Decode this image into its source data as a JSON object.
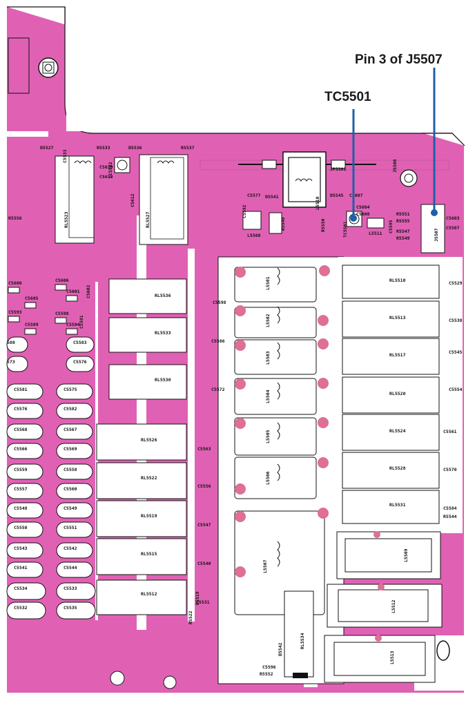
{
  "annotations": {
    "pin3_label": "Pin 3 of J5507",
    "tc_label": "TC5501"
  },
  "colors": {
    "copper": "#e061b4",
    "board": "#ffffff",
    "outline": "#111111",
    "pad": "#de6f95",
    "marker": "#1f5fa8"
  },
  "relays": [
    {
      "ref": "RL5523"
    },
    {
      "ref": "RL5527"
    },
    {
      "ref": "RL5536"
    },
    {
      "ref": "RL5533"
    },
    {
      "ref": "RL5530"
    },
    {
      "ref": "RL5526"
    },
    {
      "ref": "RL5522"
    },
    {
      "ref": "RL5519"
    },
    {
      "ref": "RL5515"
    },
    {
      "ref": "RL5512"
    },
    {
      "ref": "RL5510"
    },
    {
      "ref": "RL5513"
    },
    {
      "ref": "RL5517"
    },
    {
      "ref": "RL5520"
    },
    {
      "ref": "RL5524"
    },
    {
      "ref": "RL5528"
    },
    {
      "ref": "RL5531"
    },
    {
      "ref": "RL5534"
    }
  ],
  "inductors": [
    {
      "ref": "L5501"
    },
    {
      "ref": "L5502"
    },
    {
      "ref": "L5503"
    },
    {
      "ref": "L5504"
    },
    {
      "ref": "L5505"
    },
    {
      "ref": "L5506"
    },
    {
      "ref": "L5507"
    },
    {
      "ref": "L5509"
    },
    {
      "ref": "L5512"
    },
    {
      "ref": "L5513"
    }
  ],
  "top_labels": {
    "d5527": "D5527",
    "c5533": "C5533",
    "r5533": "R5533",
    "d5536": "D5536",
    "r5537": "R5537",
    "tc5502": "TC5502",
    "c5619": "C5619",
    "c5613": "C5613",
    "c5612": "C5612",
    "jp5501": "JP5501",
    "l5510": "L5510",
    "c5577": "C5577",
    "d5541": "D5541",
    "c5592": "C5592",
    "l5508": "L5508",
    "r5548": "R5548",
    "d5545": "D5545",
    "c5607": "C5607",
    "c5604": "C5604",
    "c5608": "C5608",
    "r5550": "R5550",
    "tc5501": "TC5501",
    "l5511": "L5511",
    "c5595": "C5595",
    "r5551": "R5551",
    "r5555": "R5555",
    "r5547": "R5547",
    "r5549": "R5549",
    "j5507": "J5507",
    "c5603": "C5603",
    "c5587": "C5587",
    "j5508": "J5508",
    "r5556": "R5556"
  },
  "left_caps": [
    {
      "ref": "C5581"
    },
    {
      "ref": "C5575"
    },
    {
      "ref": "C5576"
    },
    {
      "ref": "C5582"
    },
    {
      "ref": "C5568"
    },
    {
      "ref": "C5567"
    },
    {
      "ref": "C5566"
    },
    {
      "ref": "C5569"
    },
    {
      "ref": "C5559"
    },
    {
      "ref": "C5558"
    },
    {
      "ref": "C5557"
    },
    {
      "ref": "C5560"
    },
    {
      "ref": "C5548"
    },
    {
      "ref": "C5549"
    },
    {
      "ref": "C5550"
    },
    {
      "ref": "C5551"
    },
    {
      "ref": "C5543"
    },
    {
      "ref": "C5542"
    },
    {
      "ref": "C5541"
    },
    {
      "ref": "C5544"
    },
    {
      "ref": "C5534"
    },
    {
      "ref": "C5533"
    },
    {
      "ref": "C5532"
    },
    {
      "ref": "C5535"
    }
  ],
  "misc_labels": {
    "c5600": "C5600",
    "c5605": "C5605",
    "c5606": "C5606",
    "c5601": "C5601",
    "c5602": "C5602",
    "c5593": "C5593",
    "c5589": "C5589",
    "c5598": "C5598",
    "c5594": "C5594",
    "c5591": "C5591",
    "c5583": "C5583",
    "c5576b": "C5576",
    "c5598b": "C5598",
    "c5586": "C5586",
    "c5572": "C5572",
    "c5563": "C5563",
    "c5556": "C5556",
    "c5547": "C5547",
    "c5540": "C5540",
    "c5531": "C5531",
    "c5529": "C5529",
    "c5538": "C5538",
    "c5545": "C5545",
    "c5554": "C5554",
    "c5561": "C5561",
    "c5570": "C5570",
    "c5584": "C5584",
    "r5544": "R5544",
    "c5596": "C5596",
    "r5552": "R5552",
    "d5542": "D5542",
    "d5519": "D5519",
    "r5522": "R5522",
    "l580": "580",
    "l573": "573"
  }
}
